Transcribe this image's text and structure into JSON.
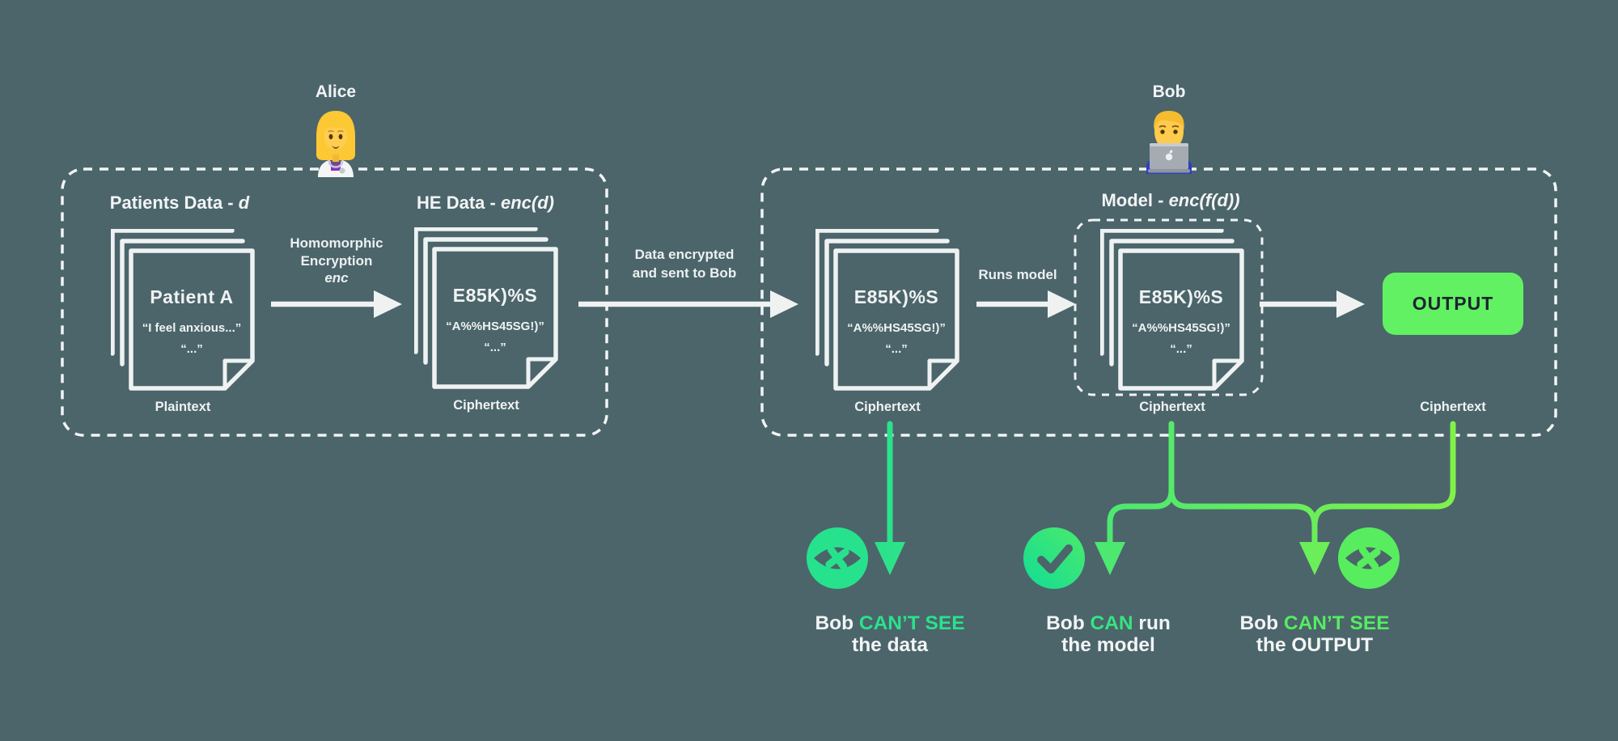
{
  "page": {
    "background": "#4B656B"
  },
  "colors": {
    "stroke_white": "#F0F2F2",
    "green": "#2AE28C",
    "green_mid": "#35E57E",
    "green_light": "#55ED61",
    "output_button_green": "#62F162",
    "output_text_dark": "#1B2530"
  },
  "actors": {
    "alice": "Alice",
    "bob": "Bob"
  },
  "left_box": {
    "patients_title": {
      "text": "Patients Data - ",
      "math": "d"
    },
    "patient_doc": {
      "title": "Patient A",
      "quote": "“I feel anxious...”",
      "dots": "“...”",
      "label": "Plaintext"
    },
    "encrypt_label": {
      "line1": "Homomorphic",
      "line2": "Encryption",
      "line3": "enc"
    },
    "he_title": {
      "text": "HE Data - ",
      "math": "enc(d)"
    },
    "he_doc": {
      "title": "E85K)%S",
      "quote": "“A%%HS45SG!)”",
      "dots": "“...”",
      "label": "Ciphertext"
    }
  },
  "transfer_label": {
    "line1": "Data encrypted",
    "line2": "and sent to Bob"
  },
  "right_box": {
    "data_doc": {
      "title": "E85K)%S",
      "quote": "“A%%HS45SG!)”",
      "dots": "“...”",
      "label": "Ciphertext"
    },
    "runs_model": "Runs model",
    "model_title": {
      "text": "Model - ",
      "math": "enc(f(d))"
    },
    "model_doc": {
      "title": "E85K)%S",
      "quote": "“A%%HS45SG!)”",
      "dots": "“...”",
      "label": "Ciphertext"
    },
    "output": {
      "button": "OUTPUT",
      "label": "Ciphertext"
    }
  },
  "conclusions": {
    "cant_see_data": {
      "prefix": "Bob ",
      "highlight": "CAN’T SEE",
      "suffix": "",
      "line2": "the data",
      "icon": "eye-off-icon"
    },
    "can_run": {
      "prefix": "Bob ",
      "highlight": "CAN",
      "suffix": " run",
      "line2": "the model",
      "icon": "check-icon"
    },
    "cant_see_output": {
      "prefix": "Bob ",
      "highlight": "CAN’T SEE",
      "suffix": "",
      "line2": "the OUTPUT",
      "icon": "eye-off-icon"
    }
  }
}
